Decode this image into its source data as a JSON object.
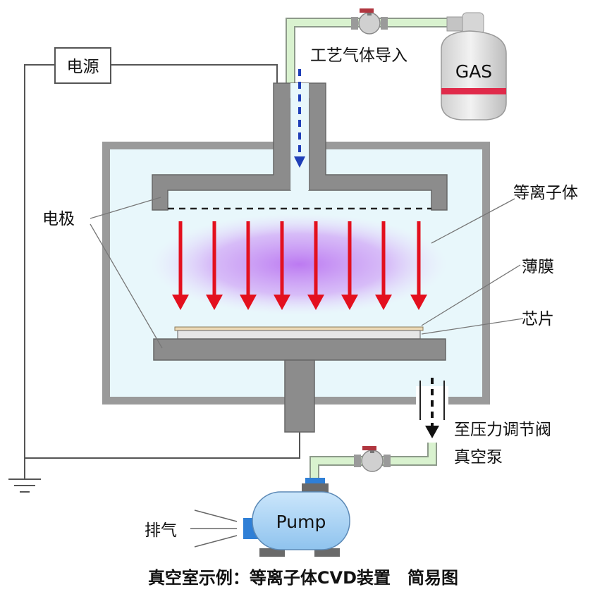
{
  "labels": {
    "power_supply": "电源",
    "gas_inlet": "工艺气体导入",
    "gas_tank": "GAS",
    "electrode": "电极",
    "plasma": "等离子体",
    "thin_film": "薄膜",
    "wafer": "芯片",
    "pressure_valve": "至压力调节阀",
    "vacuum_pump": "真空泵",
    "exhaust": "排气",
    "pump": "Pump",
    "caption": "真空室示例：等离子体CVD装置　简易图"
  },
  "colors": {
    "chamber_fill": "#e8f7fb",
    "chamber_border": "#9a9a9a",
    "electrode": "#8c8c8c",
    "pipe": "#d9f2cf",
    "plasma_glow": "#b76cf0",
    "plasma_arrow": "#e3101e",
    "gas_flow_arrow": "#1f3fb8",
    "pump_body": "#a9d4f5",
    "tank_stripe": "#e02a4a",
    "pump_flange": "#2f7fd6"
  }
}
